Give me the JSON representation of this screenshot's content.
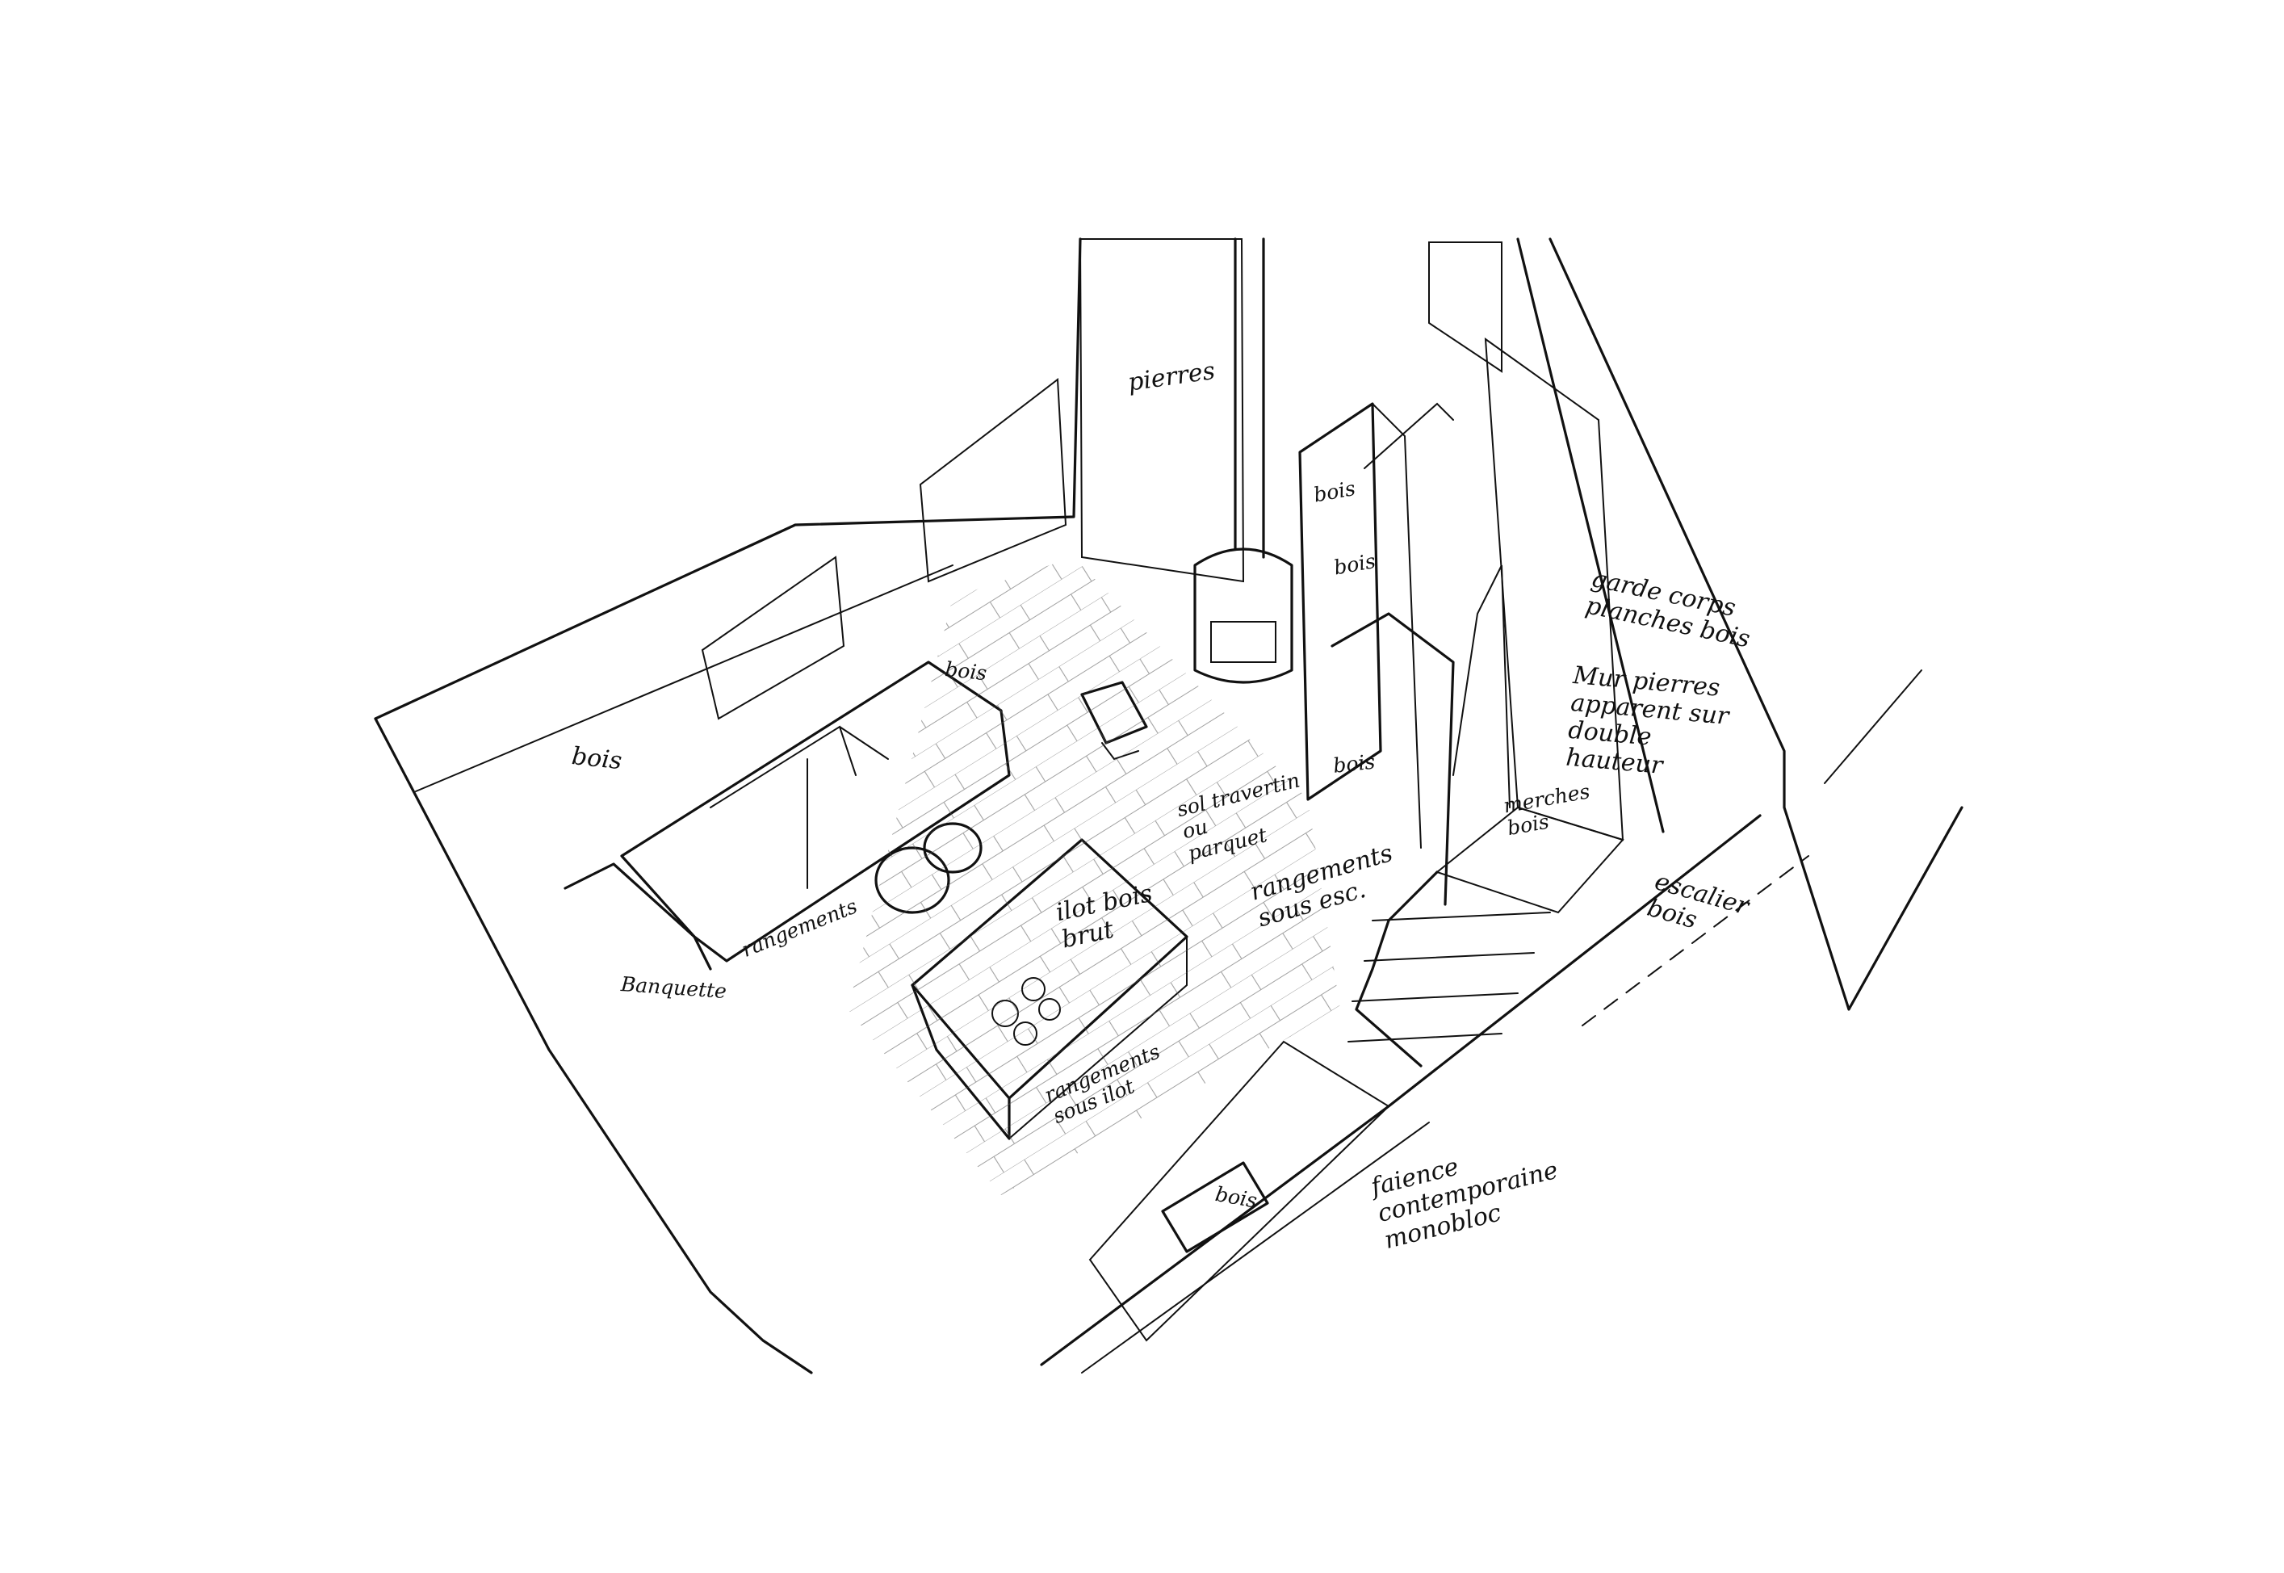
{
  "annotations": {
    "pierres": "pierres",
    "bois_top1": "bois",
    "bois_top2": "bois",
    "garde_corps": "garde corps\nplanches bois",
    "mur_pierres": "Mur pierres\napparent sur\ndouble\nhauteur",
    "bois_left": "bois",
    "bois_sofa": "bois",
    "bois_column": "bois",
    "sol": "sol travertin\nou\nparquet",
    "merches": "merches\nbois",
    "rangements_esc": "rangements\nsous esc.",
    "escalier": "escalier\nbois",
    "ilot": "ilot bois\nbrut",
    "rangements_left": "rangements",
    "banquette": "Banquette",
    "rangements_ilot": "rangements\nsous ilot",
    "faience": "faience\ncontemporaine\nmonobloc",
    "bois_bottom": "bois"
  },
  "colors": {
    "ink": "#111111",
    "paper": "#ffffff"
  }
}
